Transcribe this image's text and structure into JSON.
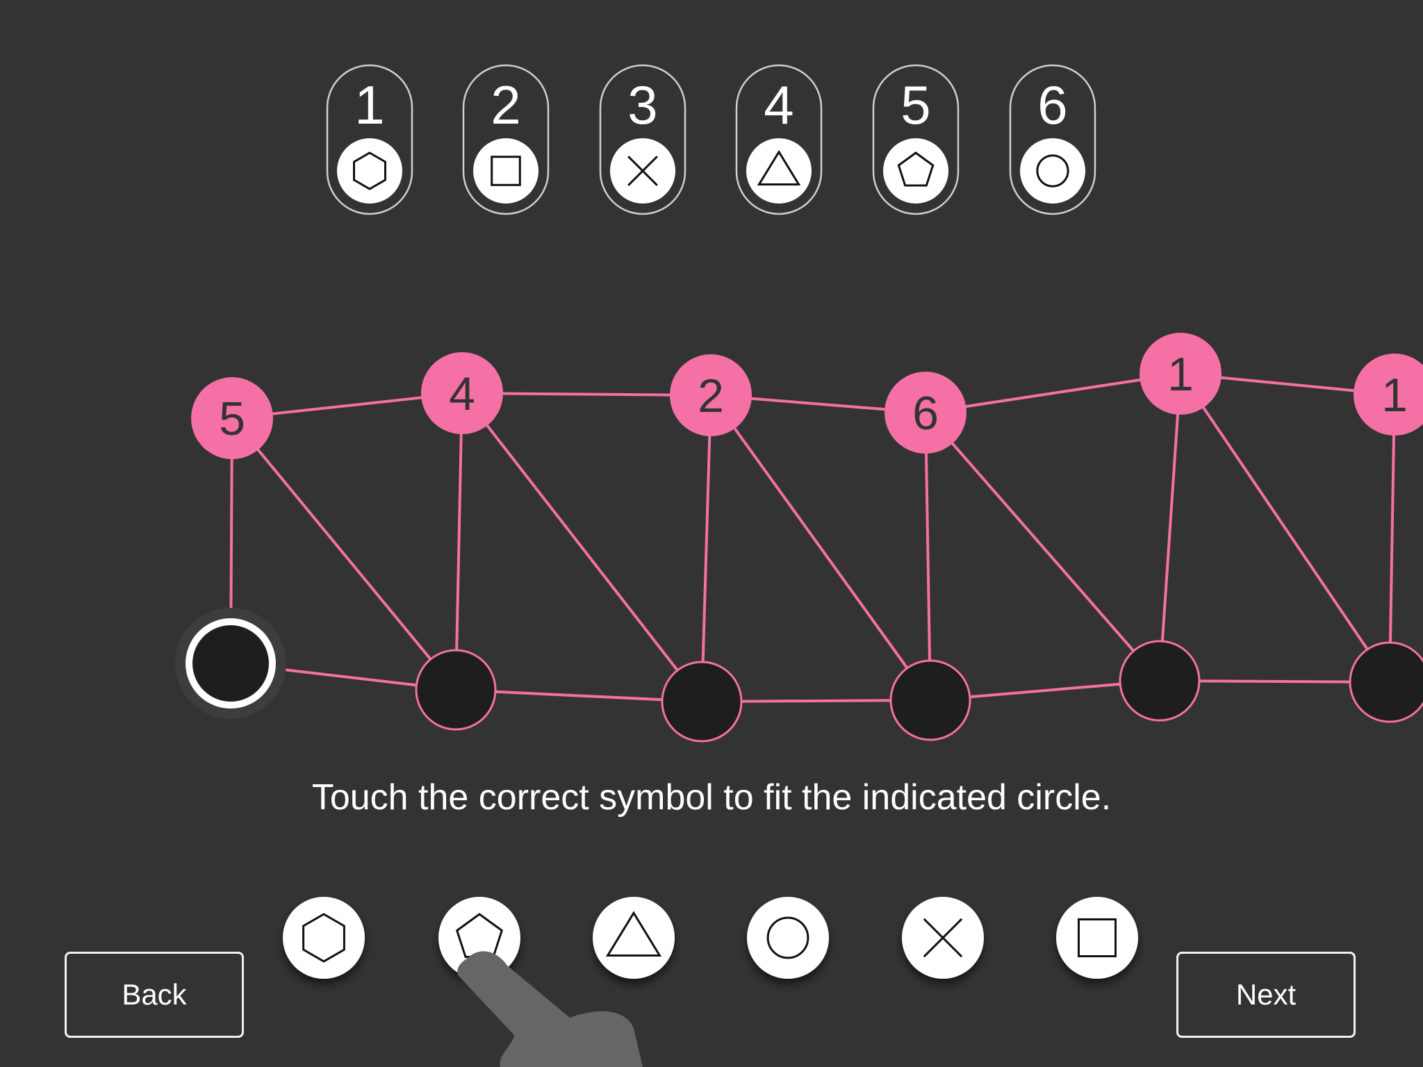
{
  "key": [
    {
      "number": "1",
      "symbol": "hexagon"
    },
    {
      "number": "2",
      "symbol": "square"
    },
    {
      "number": "3",
      "symbol": "cross"
    },
    {
      "number": "4",
      "symbol": "triangle"
    },
    {
      "number": "5",
      "symbol": "pentagon"
    },
    {
      "number": "6",
      "symbol": "circle"
    }
  ],
  "top_nodes": [
    "5",
    "4",
    "2",
    "6",
    "1",
    "1"
  ],
  "bottom_nodes_selected_index": 0,
  "instruction": "Touch the correct symbol to fit the indicated circle.",
  "choices": [
    "hexagon",
    "pentagon",
    "triangle",
    "circle",
    "cross",
    "square"
  ],
  "pointer_hand_on": "pentagon",
  "back_label": "Back",
  "next_label": "Next",
  "colors": {
    "background": "#333333",
    "accent": "#f570a4",
    "node": "#1e1e1e"
  }
}
